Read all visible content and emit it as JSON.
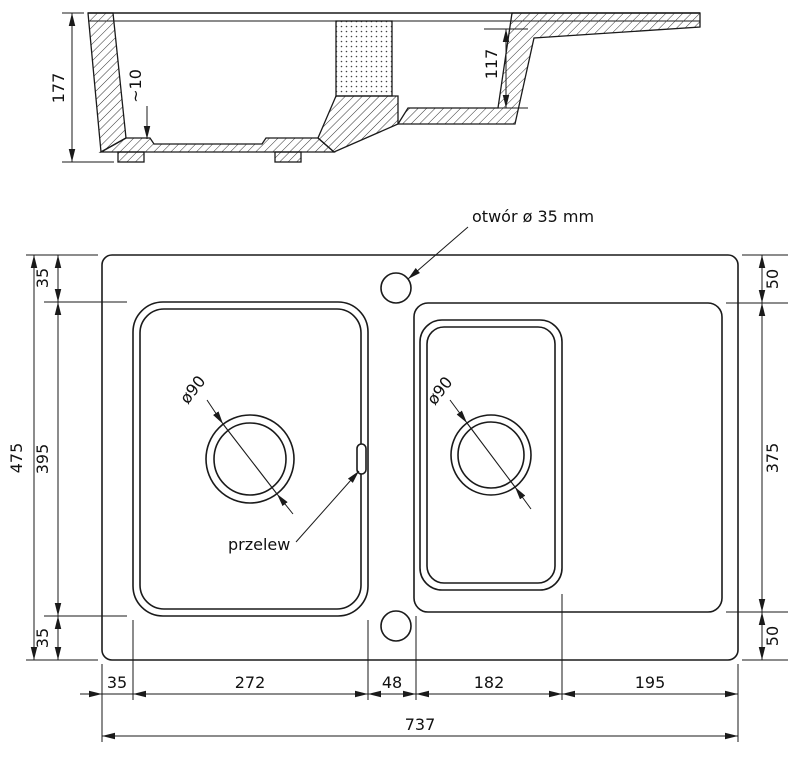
{
  "drawing": {
    "section": {
      "dims": {
        "total_depth": "177",
        "bottom_thickness": "~10",
        "bowl2_depth": "117"
      }
    },
    "plan": {
      "labels": {
        "mount_hole": "otwór ø 35 mm",
        "overflow": "przelew",
        "drain1": "ø90",
        "drain2": "ø90"
      },
      "dims": {
        "left_total": "475",
        "left_top": "35",
        "left_mid": "395",
        "left_bottom": "35",
        "right_top": "50",
        "right_mid": "375",
        "right_bottom": "50",
        "bottom_segments": [
          "35",
          "272",
          "48",
          "182",
          "195"
        ],
        "bottom_total": "737"
      }
    },
    "colors": {
      "line": "#1a1a1a",
      "background": "#ffffff"
    }
  }
}
